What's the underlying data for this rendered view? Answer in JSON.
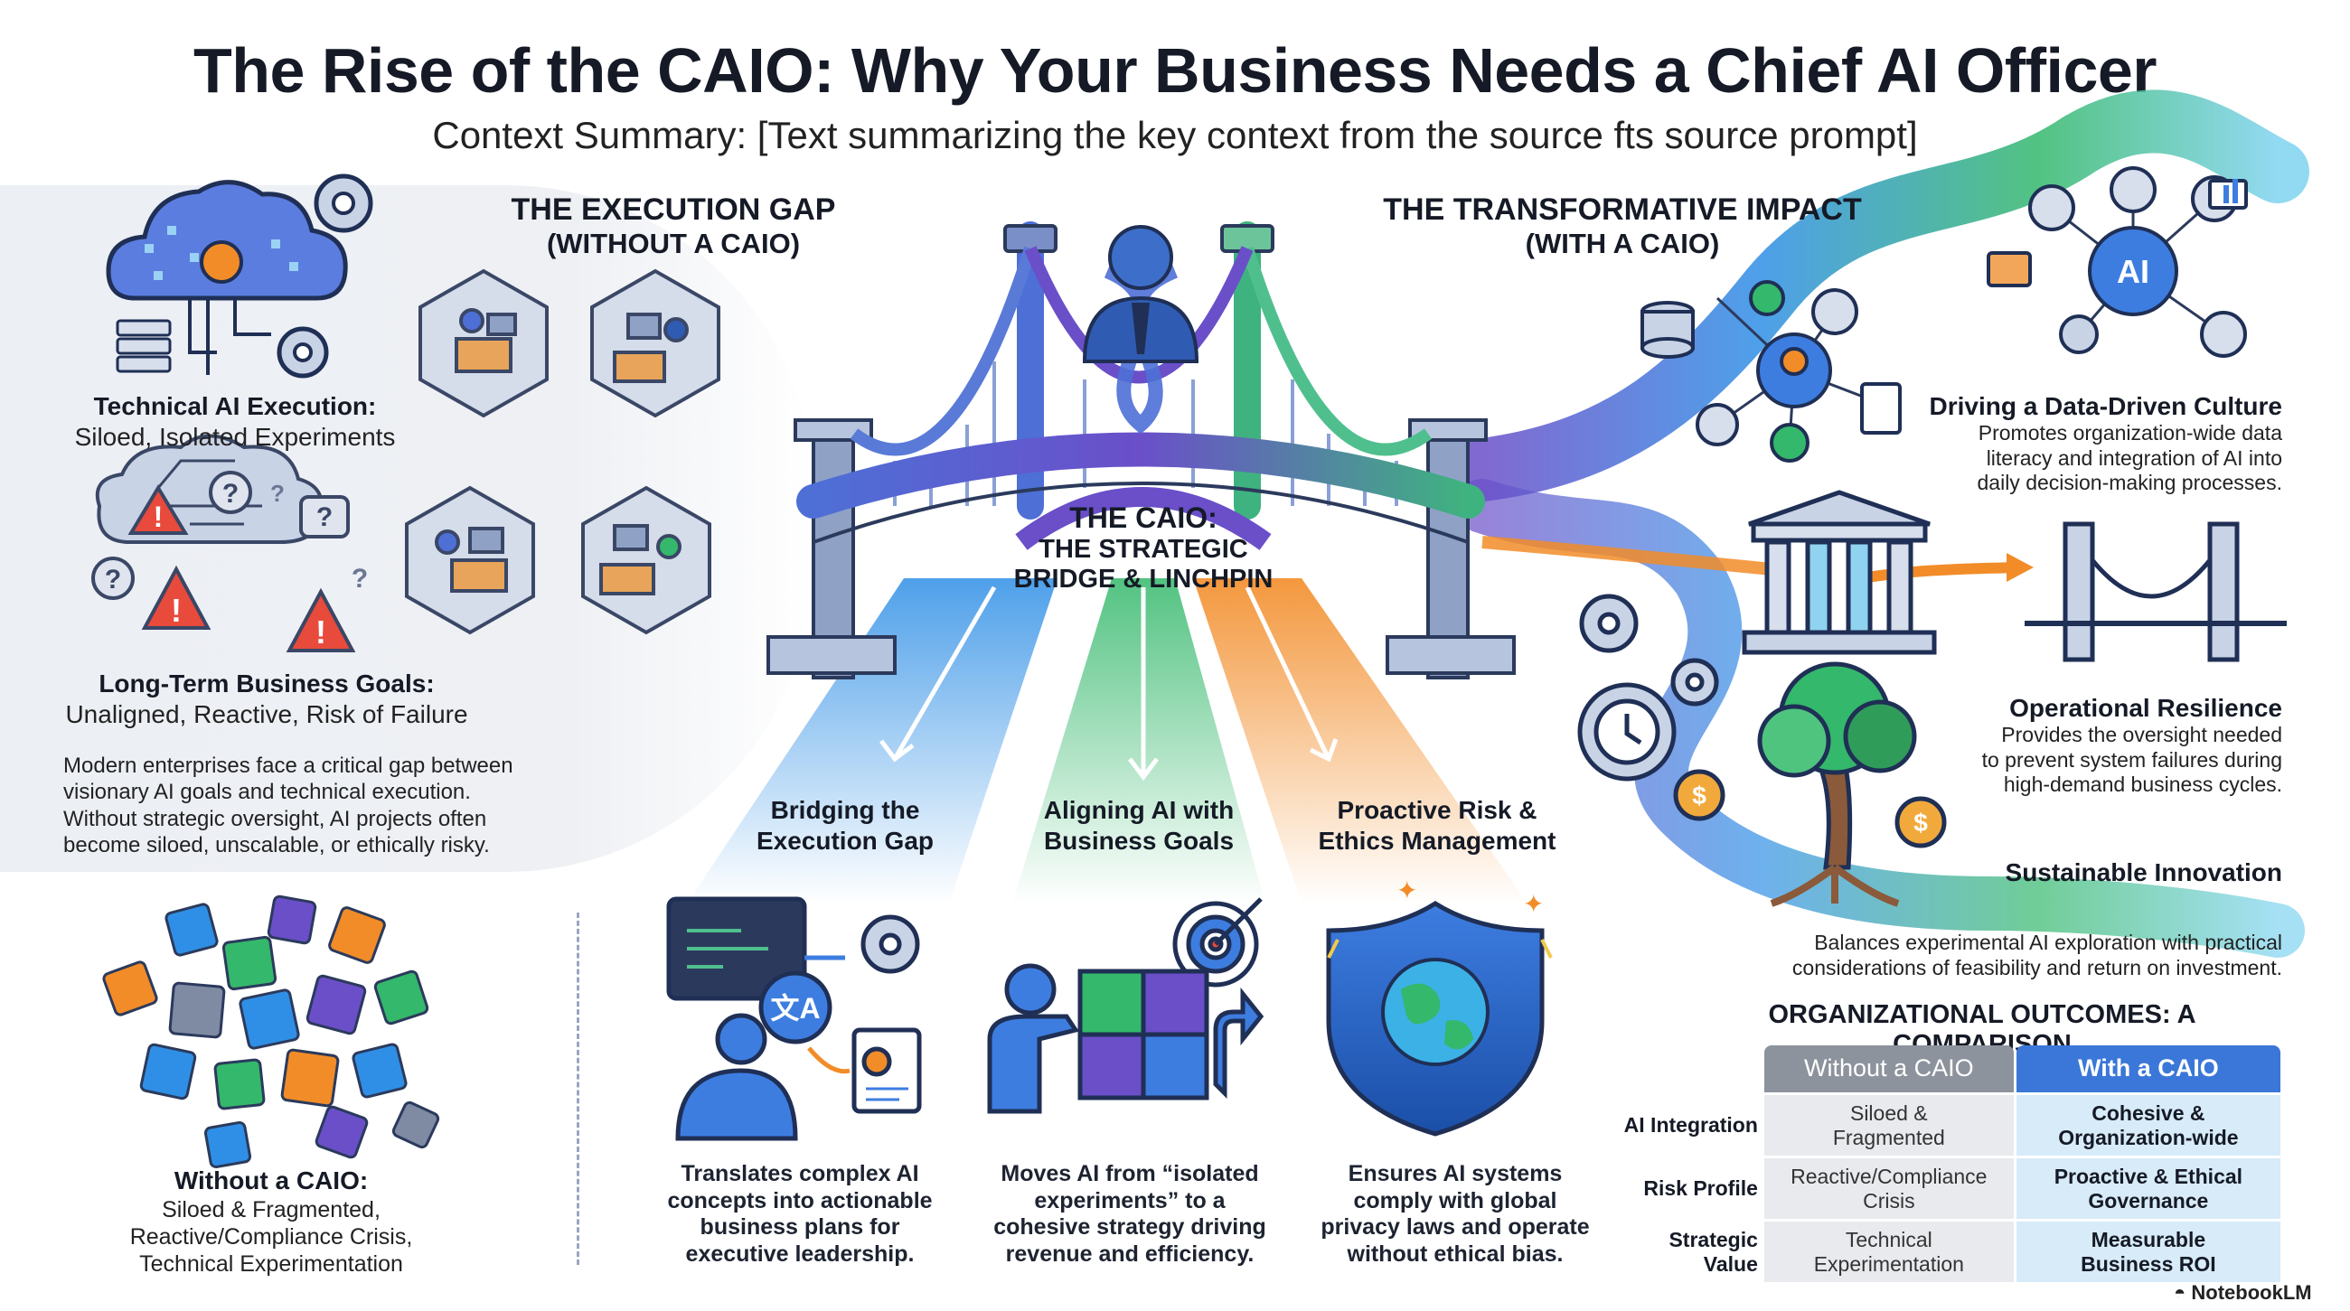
{
  "title": "The Rise of the CAIO: Why Your Business Needs a Chief AI Officer",
  "subtitle": "Context Summary: [Text summarizing the key context from the source fts source prompt]",
  "left": {
    "heading_line1": "THE EXECUTION GAP",
    "heading_line2": "(WITHOUT A CAIO)",
    "tech_title": "Technical AI Execution:",
    "tech_desc": "Siloed, Isolated Experiments",
    "goals_title": "Long-Term Business Goals:",
    "goals_desc": "Unaligned, Reactive, Risk of Failure",
    "paragraph": [
      "Modern enterprises face a critical gap between",
      "visionary AI goals and technical execution.",
      "Without strategic oversight, AI projects often",
      "become siloed, unscalable, or ethically risky."
    ],
    "without_title": "Without a CAIO:",
    "without_lines": [
      "Siloed & Fragmented,",
      "Reactive/Compliance Crisis,",
      "Technical Experimentation"
    ]
  },
  "center": {
    "caio_line1": "THE CAIO:",
    "caio_line2": "THE STRATEGIC",
    "caio_line3": "BRIDGE & LINCHPIN",
    "pillars": [
      {
        "title": [
          "Bridging the",
          "Execution Gap"
        ],
        "desc": [
          "Translates complex AI",
          "concepts into actionable",
          "business plans for",
          "executive leadership."
        ]
      },
      {
        "title": [
          "Aligning AI with",
          "Business Goals"
        ],
        "desc": [
          "Moves AI from “isolated",
          "experiments” to a",
          "cohesive strategy driving",
          "revenue and efficiency."
        ]
      },
      {
        "title": [
          "Proactive Risk &",
          "Ethics Management"
        ],
        "desc": [
          "Ensures AI systems",
          "comply with global",
          "privacy laws and operate",
          "without ethical bias."
        ]
      }
    ]
  },
  "right": {
    "heading_line1": "THE TRANSFORMATIVE IMPACT",
    "heading_line2": "(WITH A CAIO)",
    "culture_title": "Driving a Data-Driven Culture",
    "culture_desc": [
      "Promotes organization-wide data",
      "literacy and integration of AI into",
      "daily decision-making processes."
    ],
    "resilience_title": "Operational Resilience",
    "resilience_desc": [
      "Provides the oversight needed",
      "to prevent system failures during",
      "high-demand business cycles."
    ],
    "innovation_title": "Sustainable Innovation",
    "innovation_desc": [
      "Balances experimental AI exploration with practical",
      "considerations of feasibility and return on investment."
    ],
    "ai_badge": "AI"
  },
  "comparison": {
    "title": "ORGANIZATIONAL OUTCOMES: A COMPARISON",
    "col_without": "Without a CAIO",
    "col_with": "With a CAIO",
    "rows": [
      {
        "label": [
          "AI Integration"
        ],
        "without": [
          "Siloed &",
          "Fragmented"
        ],
        "with": [
          "Cohesive &",
          "Organization-wide"
        ]
      },
      {
        "label": [
          "Risk Profile"
        ],
        "without": [
          "Reactive/Compliance",
          "Crisis"
        ],
        "with": [
          "Proactive & Ethical",
          "Governance"
        ]
      },
      {
        "label": [
          "Strategic",
          "Value"
        ],
        "without": [
          "Technical",
          "Experimentation"
        ],
        "with": [
          "Measurable",
          "Business ROI"
        ]
      }
    ]
  },
  "logo": "NotebookLM",
  "colors": {
    "blue": "#3a77d8",
    "green": "#35b56a",
    "orange": "#f28c28",
    "purple": "#6a4fc9",
    "gray": "#8d939d"
  }
}
